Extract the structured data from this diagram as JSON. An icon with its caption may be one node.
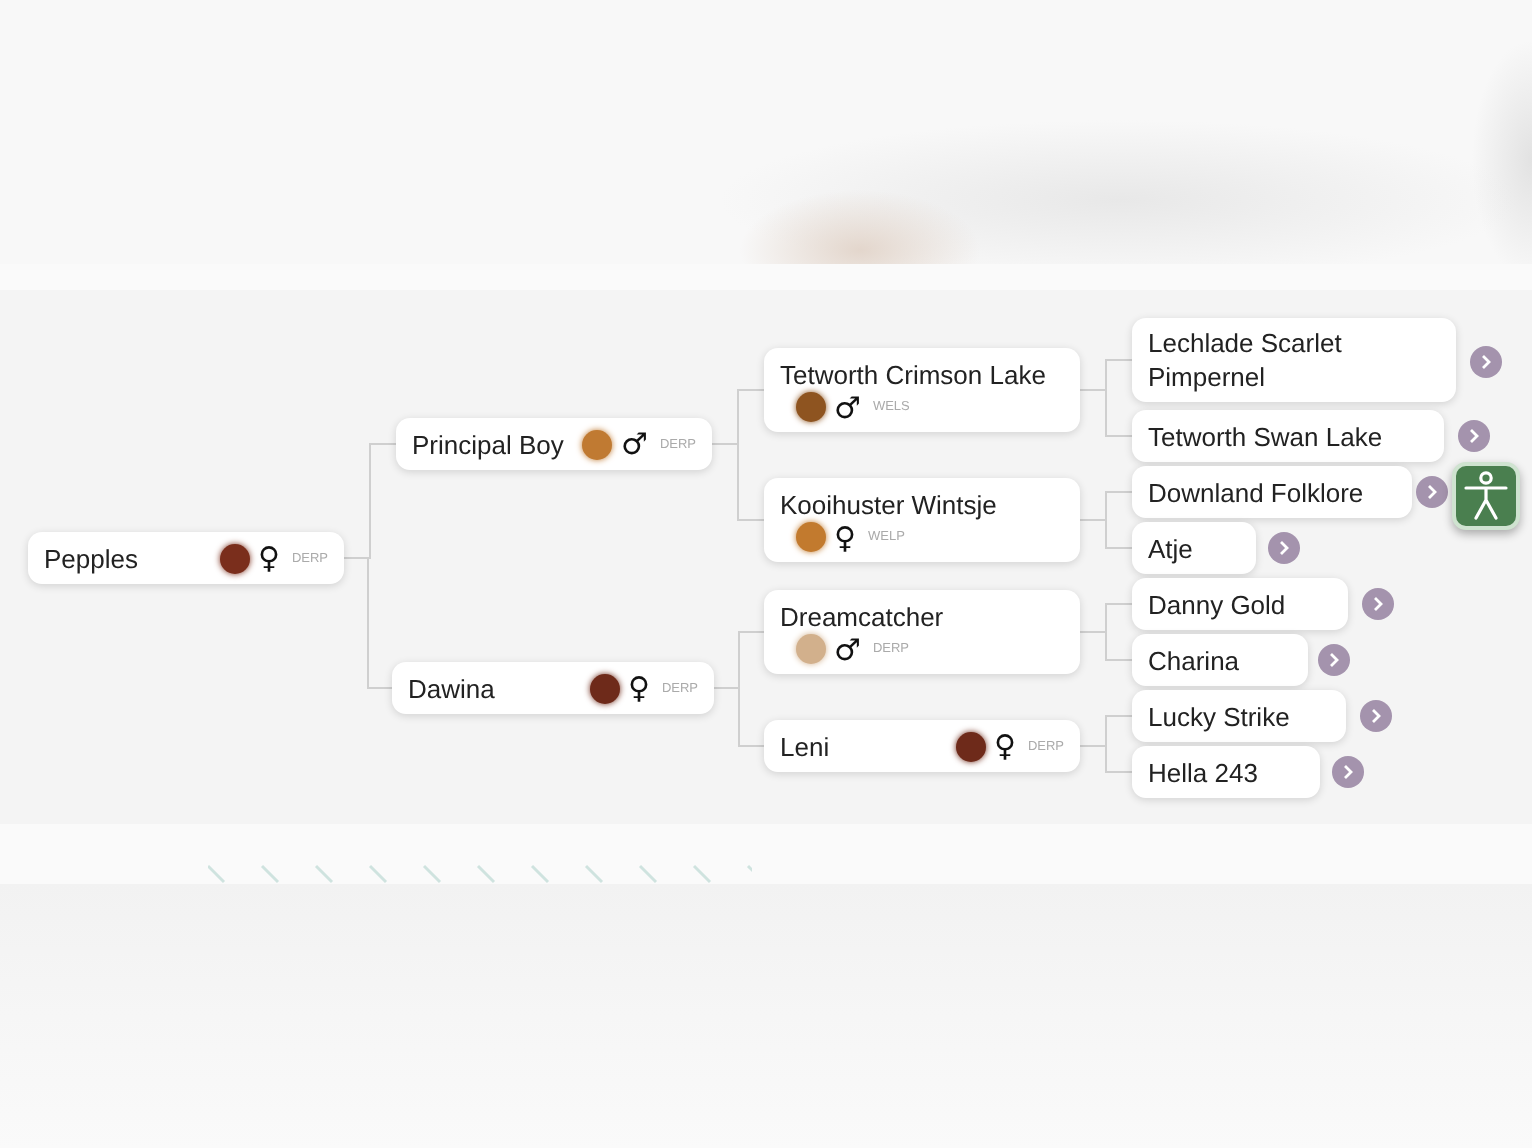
{
  "diagram": {
    "nodes": [
      {
        "text": [
          "Pepples",
          "♀",
          "DERP"
        ]
      },
      {
        "text": [
          "Principal Boy",
          "♂",
          "DERP"
        ]
      },
      {
        "text": [
          "Dawina",
          "♀",
          "DERP"
        ]
      },
      {
        "text": [
          "Tetworth Crimson Lake",
          "♂",
          "WELS"
        ]
      },
      {
        "text": [
          "Kooihuster Wintsje",
          "♀",
          "WELP"
        ]
      },
      {
        "text": [
          "Dreamcatcher",
          "♂",
          "DERP"
        ]
      },
      {
        "text": [
          "Leni",
          "♀",
          "DERP"
        ]
      },
      {
        "text": [
          "Lechlade Scarlet Pimpernel"
        ]
      },
      {
        "text": [
          "Tetworth Swan Lake"
        ]
      },
      {
        "text": [
          "Downland Folklore"
        ]
      },
      {
        "text": [
          "Atje"
        ]
      },
      {
        "text": [
          "Danny Gold"
        ]
      },
      {
        "text": [
          "Charina"
        ]
      },
      {
        "text": [
          "Lucky Strike"
        ]
      },
      {
        "text": [
          "Hella 243"
        ]
      }
    ],
    "edges": [
      {
        "from": 0,
        "to": 1,
        "arrow": "none"
      },
      {
        "from": 0,
        "to": 2,
        "arrow": "none"
      },
      {
        "from": 1,
        "to": 3,
        "arrow": "none"
      },
      {
        "from": 1,
        "to": 4,
        "arrow": "none"
      },
      {
        "from": 2,
        "to": 5,
        "arrow": "none"
      },
      {
        "from": 2,
        "to": 6,
        "arrow": "none"
      },
      {
        "from": 3,
        "to": 7,
        "arrow": "none"
      },
      {
        "from": 3,
        "to": 8,
        "arrow": "none"
      },
      {
        "from": 4,
        "to": 9,
        "arrow": "none"
      },
      {
        "from": 4,
        "to": 10,
        "arrow": "none"
      },
      {
        "from": 5,
        "to": 11,
        "arrow": "none"
      },
      {
        "from": 5,
        "to": 12,
        "arrow": "none"
      },
      {
        "from": 6,
        "to": 13,
        "arrow": "none"
      },
      {
        "from": 6,
        "to": 14,
        "arrow": "none"
      }
    ]
  }
}
